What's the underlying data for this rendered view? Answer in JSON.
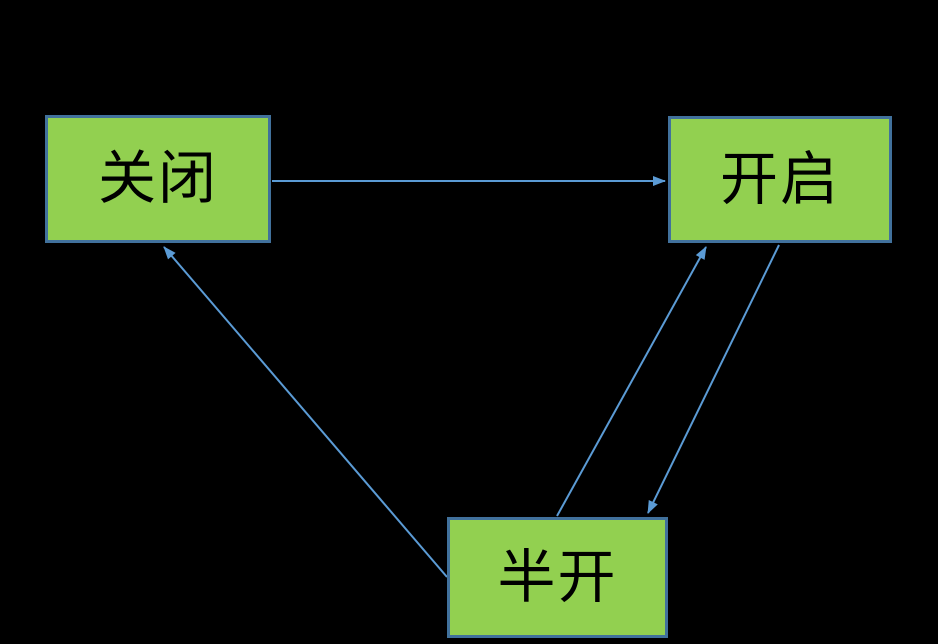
{
  "diagram": {
    "title": "state-transition-diagram",
    "nodes": [
      {
        "id": "closed",
        "label": "关闭"
      },
      {
        "id": "open",
        "label": "开启"
      },
      {
        "id": "half_open",
        "label": "半开"
      }
    ],
    "edges": [
      {
        "from": "关闭",
        "to": "开启"
      },
      {
        "from": "半开",
        "to": "关闭"
      },
      {
        "from": "半开",
        "to": "开启"
      },
      {
        "from": "开启",
        "to": "半开"
      }
    ],
    "colors": {
      "background": "#000000",
      "node_fill": "#92d050",
      "node_border": "#41719c",
      "connector": "#5b9bd5",
      "text": "#000000"
    }
  }
}
